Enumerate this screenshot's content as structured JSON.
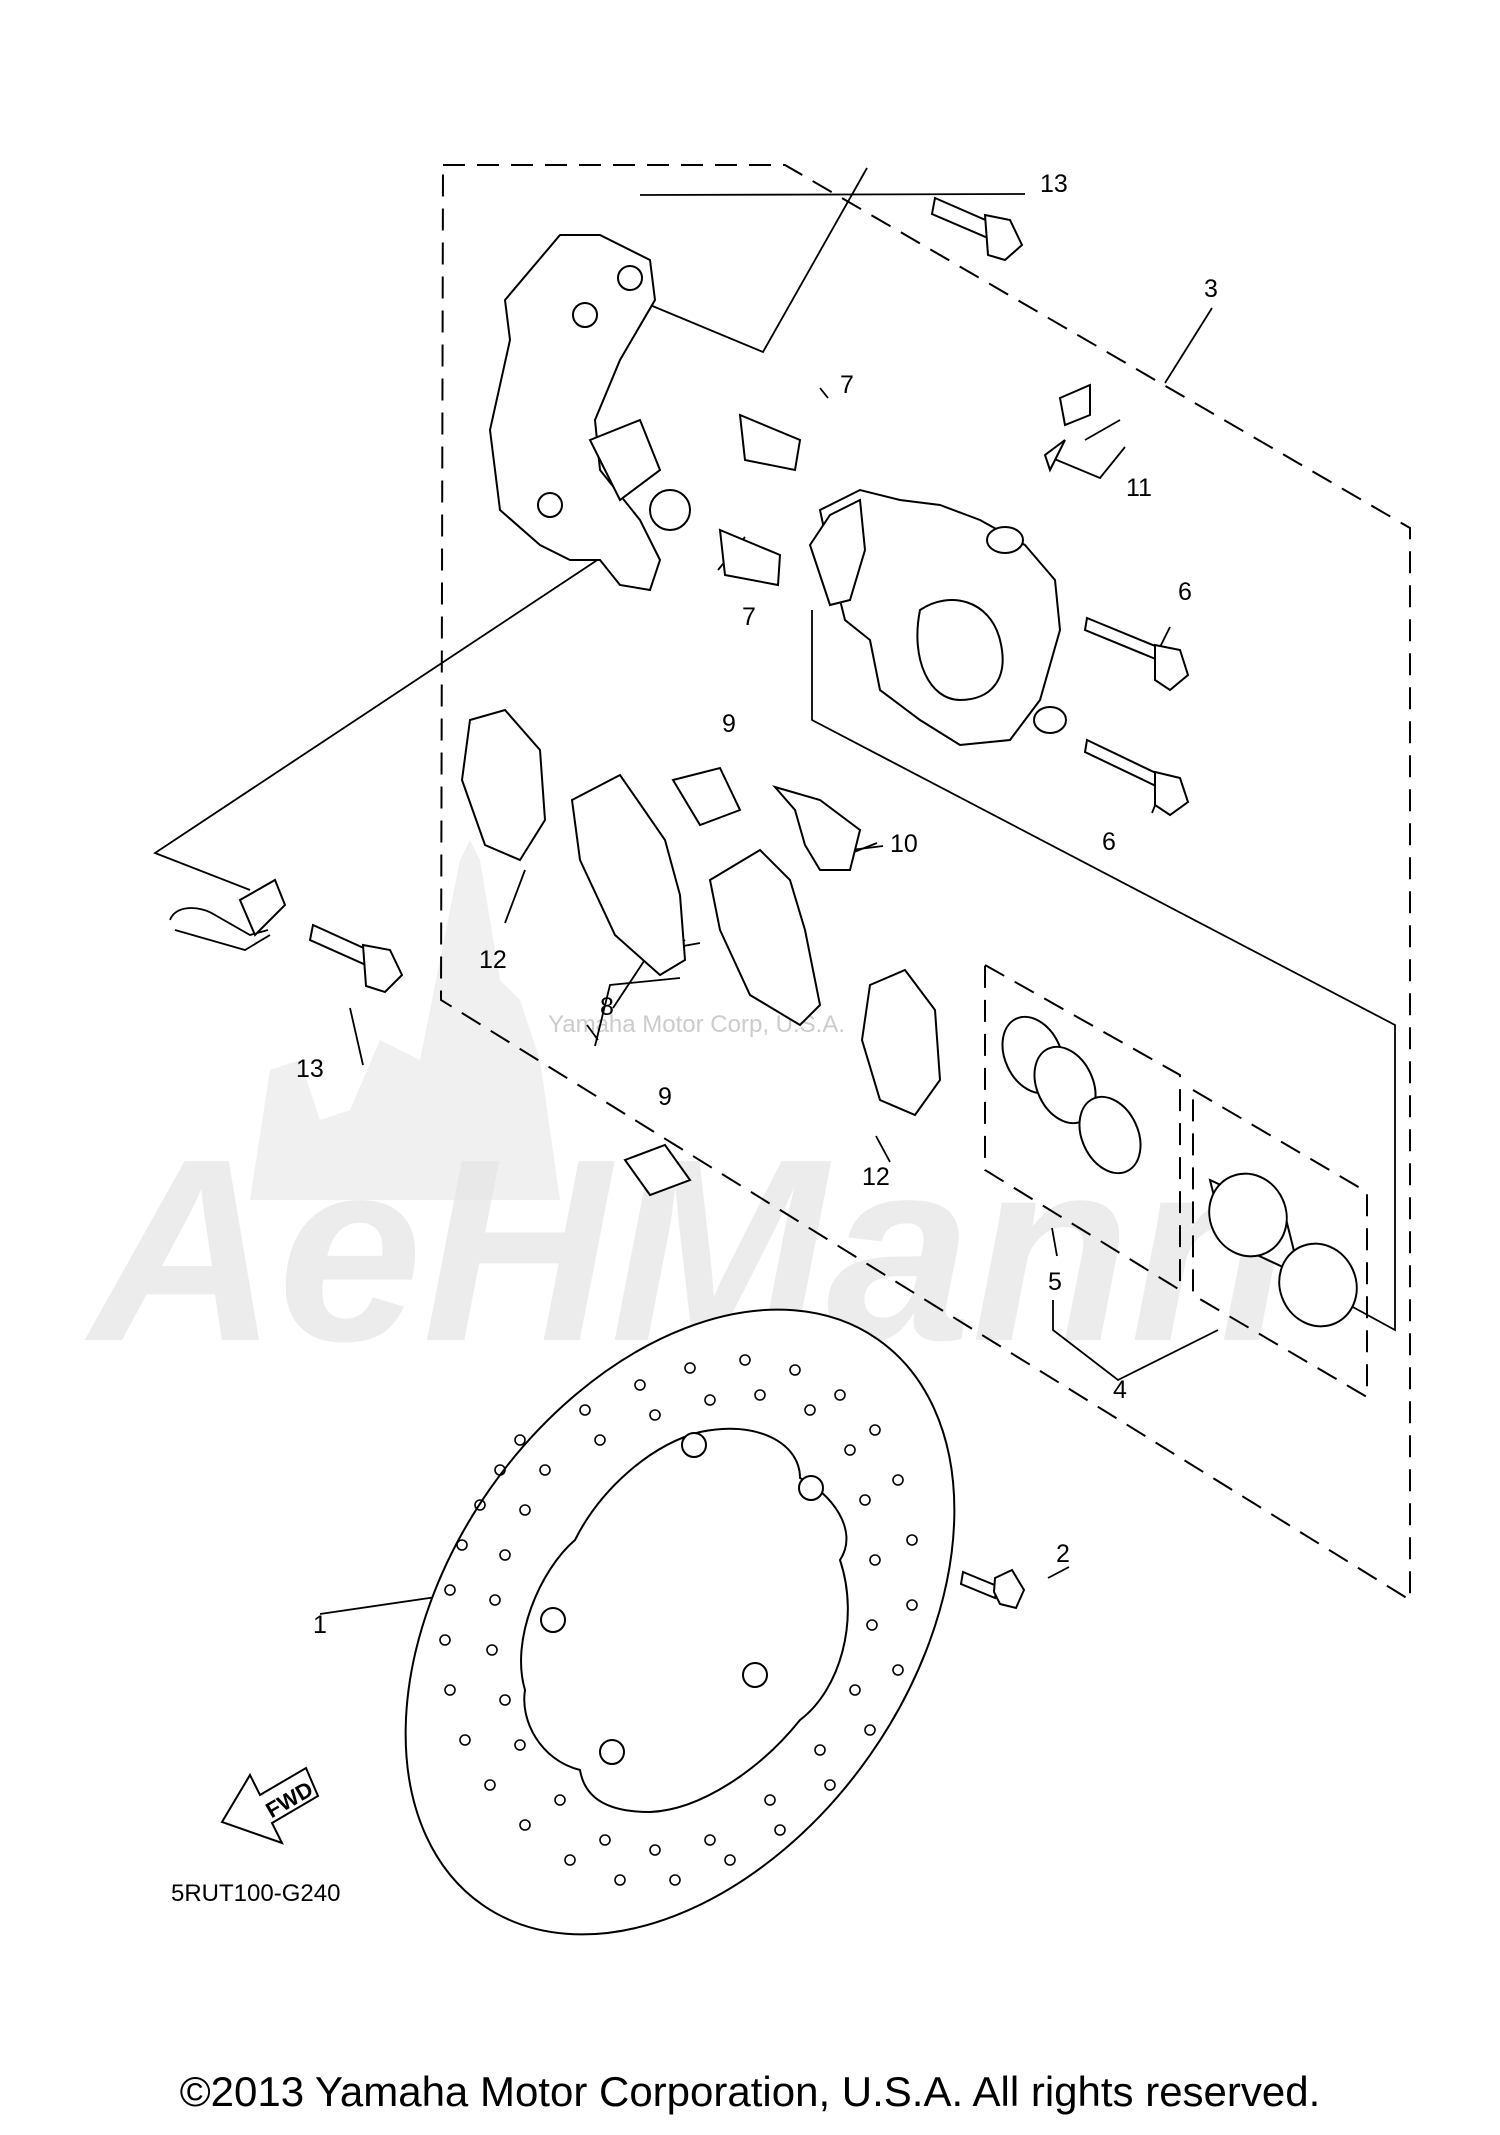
{
  "diagram": {
    "drawing_code": "5RUT100-G240",
    "watermark_text": "Yamaha Motor Corp, U.S.A.",
    "watermark_logo_text": "AeHMann",
    "forward_arrow_label": "FWD",
    "callouts": [
      "1",
      "2",
      "3",
      "4",
      "5",
      "6",
      "6",
      "7",
      "7",
      "8",
      "9",
      "9",
      "10",
      "11",
      "12",
      "12",
      "13",
      "13"
    ]
  },
  "footer": {
    "copyright": "©2013 Yamaha Motor Corporation, U.S.A. All rights reserved."
  }
}
